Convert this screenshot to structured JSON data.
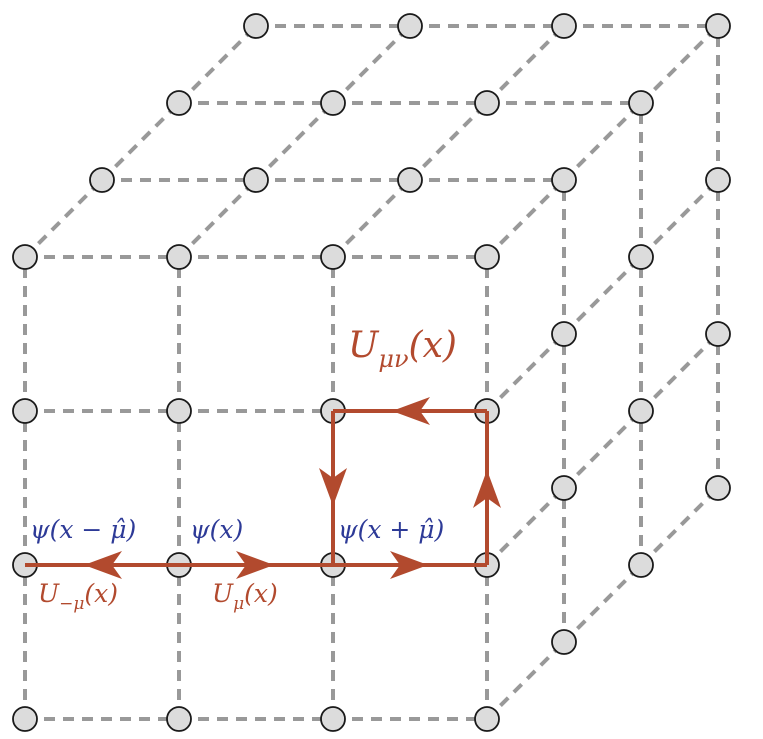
{
  "diagram": {
    "colors": {
      "lattice_edge": "#999999",
      "node_fill": "#dcdcdc",
      "node_stroke": "#1a1a1a",
      "link": "#b24a2e",
      "field_label": "#2d3a97"
    },
    "labels": {
      "plaquette": "U_{μν}(x)",
      "psi_minus": "ψ(x − μ̂)",
      "psi_x": "ψ(x)",
      "psi_plus": "ψ(x + μ̂)",
      "link_minus": "U_{−μ}(x)",
      "link_plus": "U_{μ}(x)"
    }
  }
}
